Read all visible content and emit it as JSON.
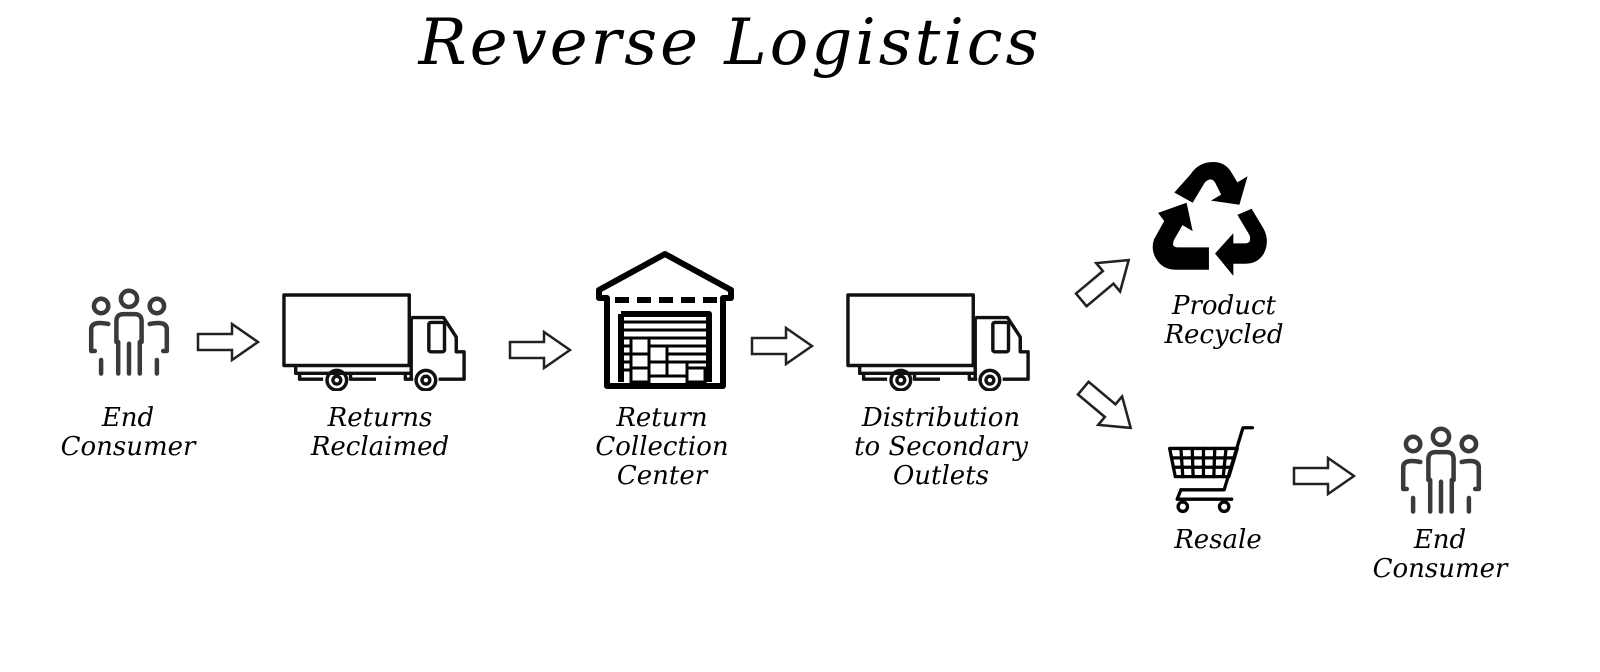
{
  "title": "Reverse Logistics",
  "nodes": {
    "end_consumer_1": {
      "label_lines": [
        "End",
        "Consumer"
      ],
      "icon": "people-icon"
    },
    "returns_reclaimed": {
      "label_lines": [
        "Returns",
        "Reclaimed"
      ],
      "icon": "truck-icon"
    },
    "return_collection_center": {
      "label_lines": [
        "Return",
        "Collection",
        "Center"
      ],
      "icon": "warehouse-icon"
    },
    "distribution": {
      "label_lines": [
        "Distribution",
        "to Secondary",
        "Outlets"
      ],
      "icon": "truck-icon"
    },
    "product_recycled": {
      "label_lines": [
        "Product",
        "Recycled"
      ],
      "icon": "recycle-icon"
    },
    "resale": {
      "label_lines": [
        "Resale"
      ],
      "icon": "shopping-cart-icon"
    },
    "end_consumer_2": {
      "label_lines": [
        "End",
        "Consumer"
      ],
      "icon": "people-icon"
    }
  },
  "colors": {
    "ink": "#000000",
    "background": "#ffffff"
  }
}
